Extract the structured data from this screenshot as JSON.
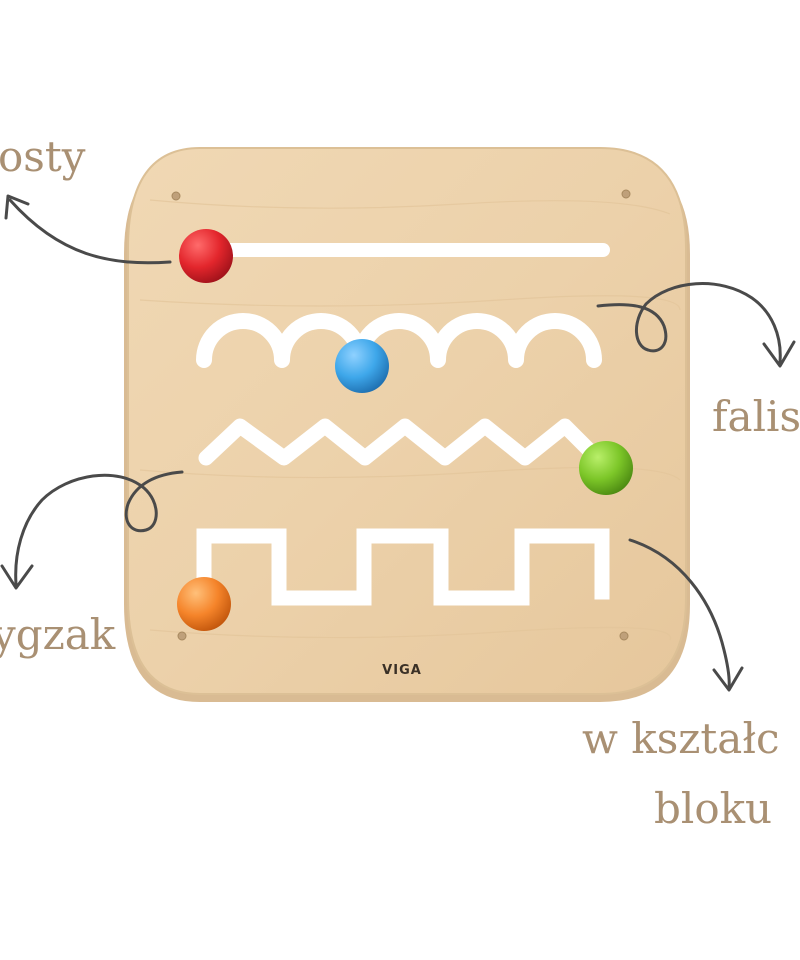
{
  "labels": {
    "straight": "osty",
    "wavy": "falis",
    "zigzag": "ygzak",
    "block_line1": "w kształc",
    "block_line2": "bloku"
  },
  "brand": "VIGA",
  "colors": {
    "label_text": "#a99073",
    "arrow": "#4a4a4a",
    "board": "#ecd3ae",
    "board_edge": "#d6b890",
    "groove": "#ffffff",
    "ball_red": "#e3262c",
    "ball_blue": "#3ea7ea",
    "ball_green": "#7cc628",
    "ball_orange": "#f5842a",
    "brand_text": "#3a3026"
  }
}
